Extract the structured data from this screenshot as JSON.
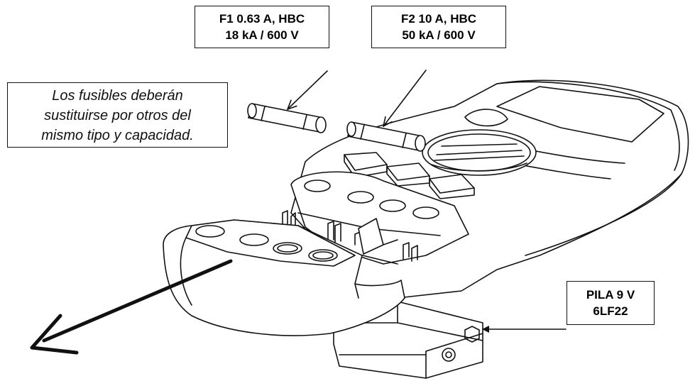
{
  "labels": {
    "f1": {
      "line1": "F1  0.63 A, HBC",
      "line2": "18 kA / 600 V"
    },
    "f2": {
      "line1": "F2  10 A, HBC",
      "line2": "50 kA / 600 V"
    },
    "battery": {
      "line1": "PILA 9 V",
      "line2": "6LF22"
    }
  },
  "note": {
    "line1": "Los fusibles deberán",
    "line2": "sustituirse por otros del",
    "line3": "mismo tipo y capacidad."
  },
  "colors": {
    "ink": "#111111",
    "paper": "#ffffff",
    "shade": "#e6e6e6"
  }
}
